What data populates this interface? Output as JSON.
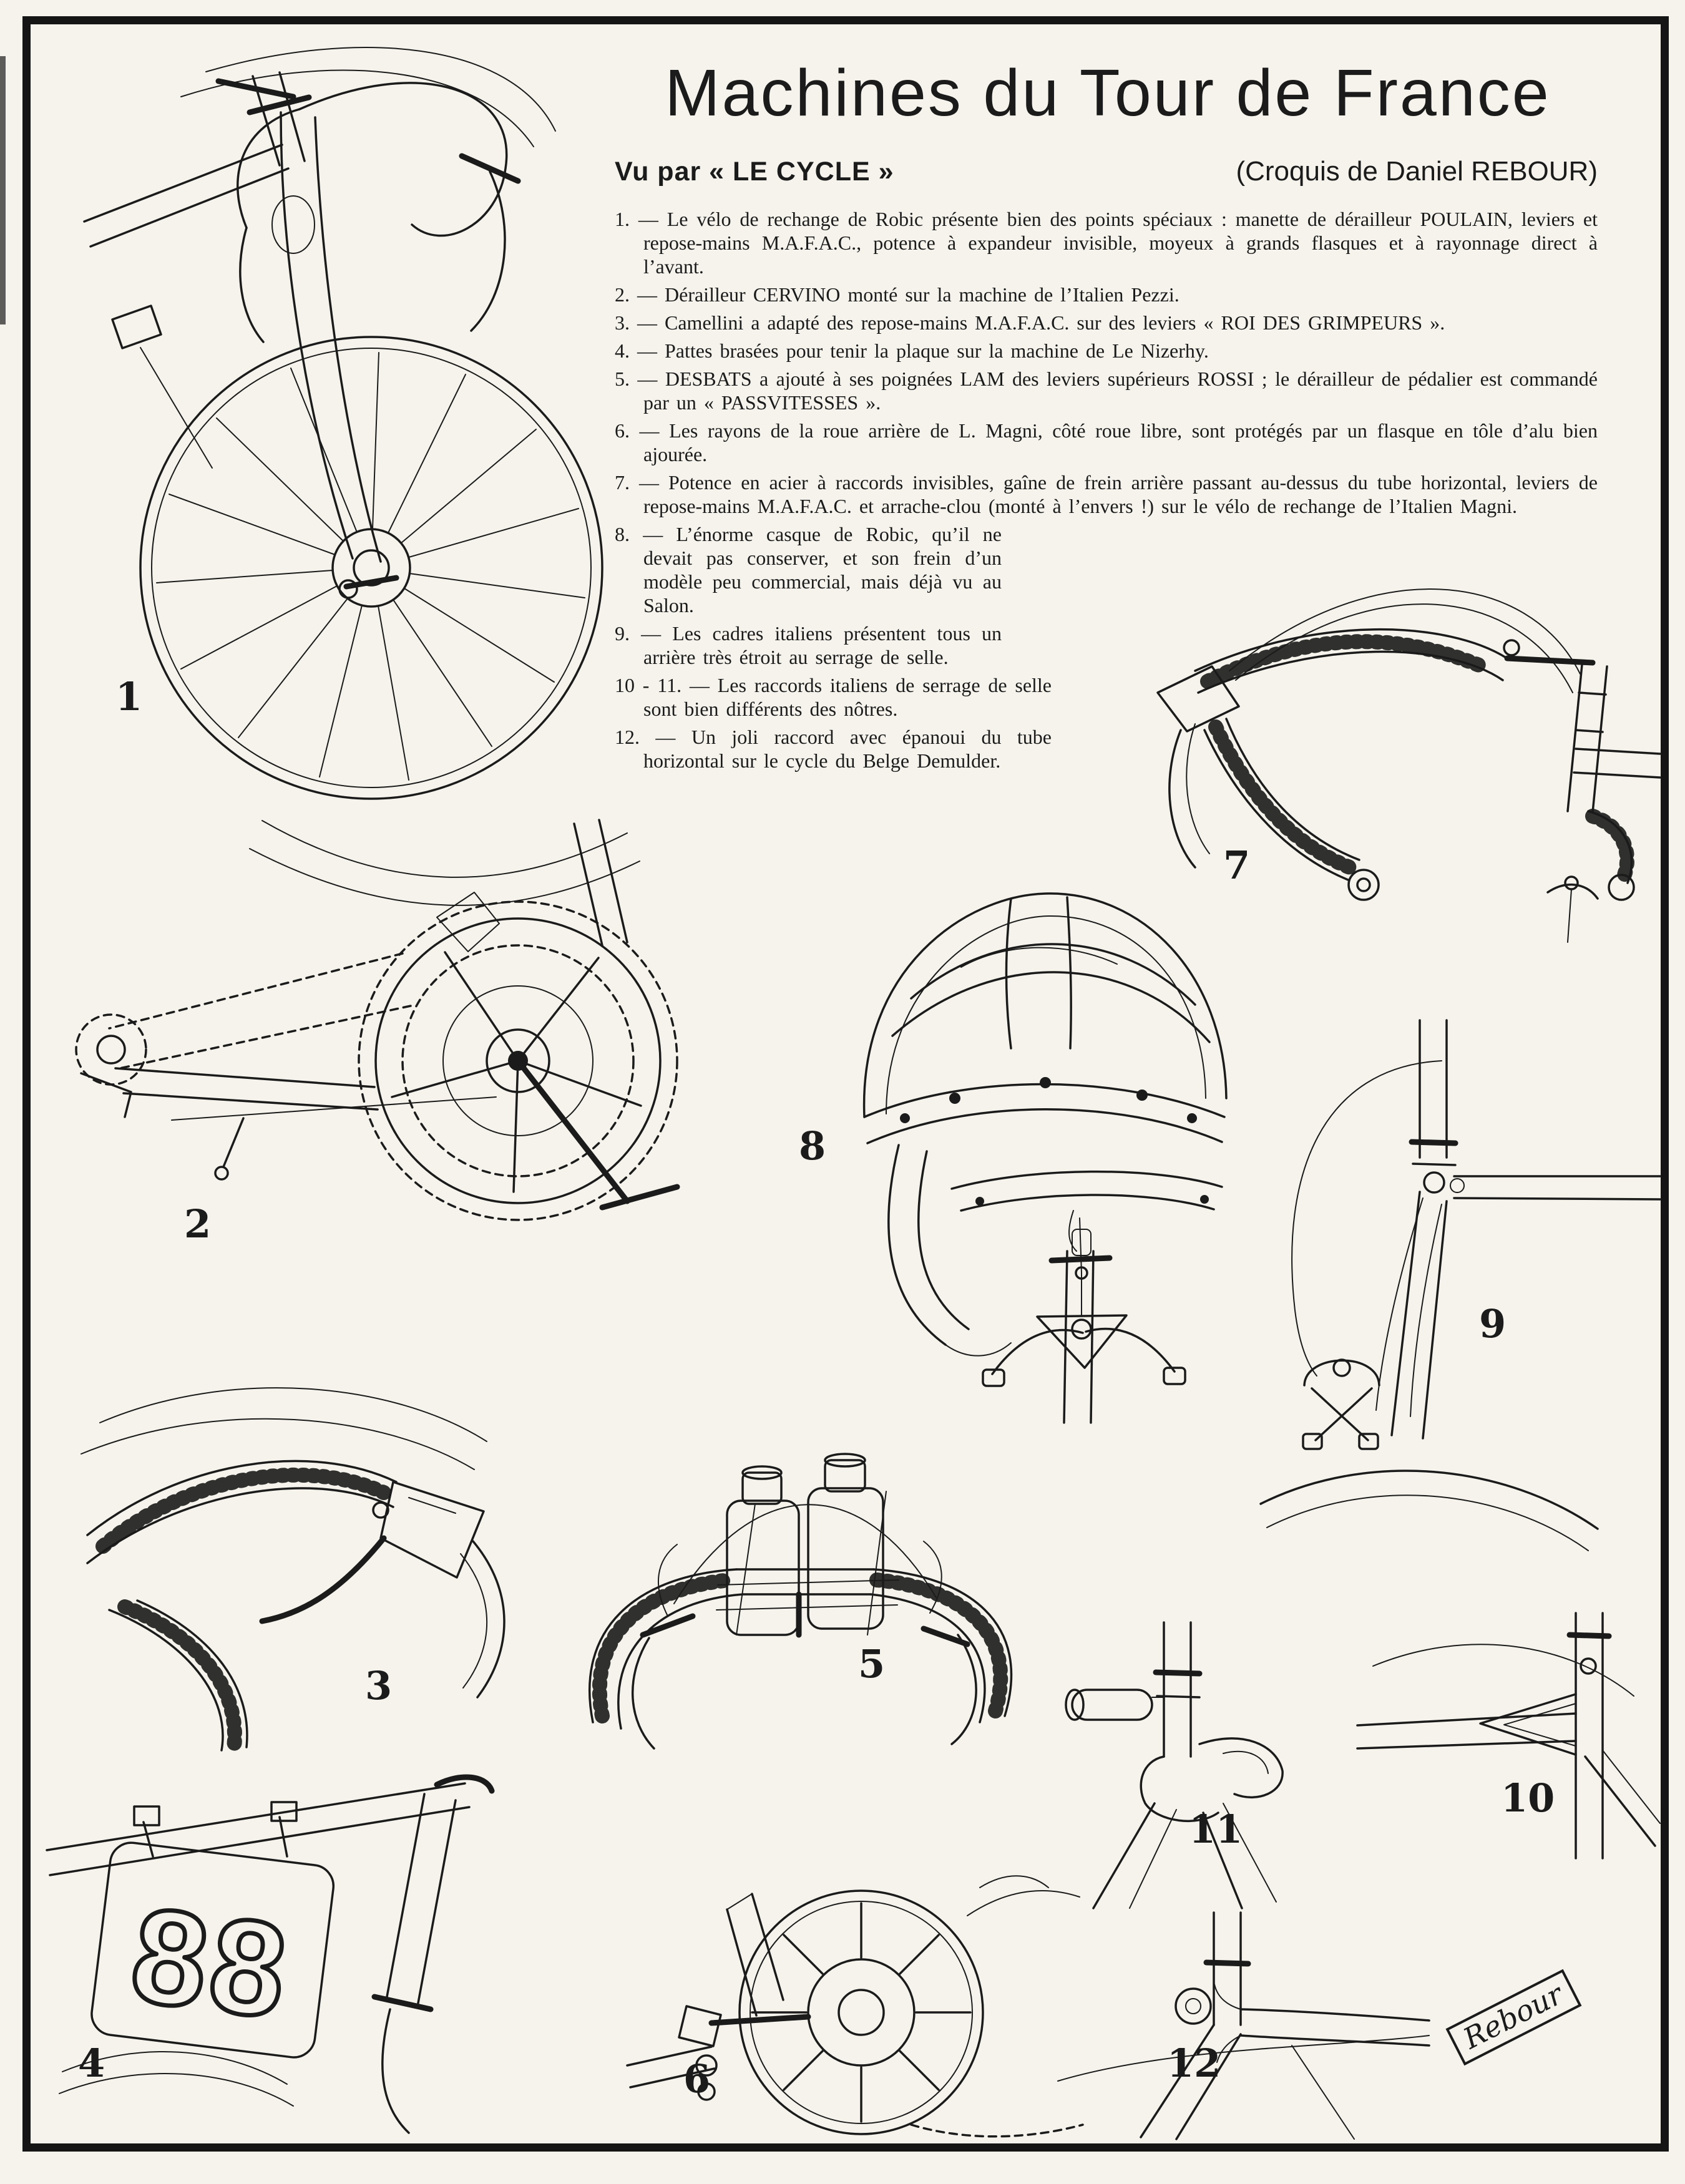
{
  "colors": {
    "paper": "#f5f3ec",
    "ink": "#1b1b1b"
  },
  "header": {
    "title": "Machines du Tour de France",
    "subtitle_left": "Vu par « LE CYCLE »",
    "credit": "(Croquis de Daniel REBOUR)"
  },
  "captions": [
    {
      "num": "1.",
      "text": "— Le vélo de rechange de Robic présente bien des points spéciaux : manette de dérailleur POULAIN, leviers et repose-mains M.A.F.A.C., potence à expandeur invisible, moyeux à grands flasques et à rayonnage direct à l’avant."
    },
    {
      "num": "2.",
      "text": "— Dérailleur CERVINO monté sur la machine de l’Italien Pezzi."
    },
    {
      "num": "3.",
      "text": "— Camellini a adapté des repose-mains M.A.F.A.C. sur des leviers « ROI DES GRIMPEURS »."
    },
    {
      "num": "4.",
      "text": "— Pattes brasées pour tenir la plaque sur la machine de Le Nizerhy."
    },
    {
      "num": "5.",
      "text": "— DESBATS a ajouté à ses poignées LAM des leviers supérieurs ROSSI ; le dérailleur de pédalier est commandé par un « PASSVITESSES »."
    },
    {
      "num": "6.",
      "text": "— Les rayons de la roue arrière de L. Magni, côté roue libre, sont protégés par un flasque en tôle d’alu bien ajourée."
    },
    {
      "num": "7.",
      "text": "— Potence en acier à raccords invisibles, gaîne de frein arrière passant au-dessus du tube horizontal, leviers de repose-mains M.A.F.A.C. et arrache-clou (monté à l’envers !) sur le vélo de rechange de l’Italien Magni."
    },
    {
      "num": "8.",
      "text": "— L’énorme casque de Robic, qu’il ne devait pas conserver, et son frein d’un modèle peu commercial, mais déjà vu au Salon."
    },
    {
      "num": "9.",
      "text": "— Les cadres italiens présentent tous un arrière très étroit au serrage de selle."
    },
    {
      "num": "10 - 11.",
      "text": "— Les raccords italiens de serrage de selle sont bien différents des nôtres."
    },
    {
      "num": "12.",
      "text": "— Un joli raccord avec épanoui du tube horizontal sur le cycle du Belge Demulder."
    }
  ],
  "figures": [
    {
      "label": "1"
    },
    {
      "label": "2"
    },
    {
      "label": "3"
    },
    {
      "label": "4"
    },
    {
      "label": "5"
    },
    {
      "label": "6"
    },
    {
      "label": "7"
    },
    {
      "label": "8"
    },
    {
      "label": "9"
    },
    {
      "label": "10"
    },
    {
      "label": "11"
    },
    {
      "label": "12"
    }
  ],
  "plate": {
    "number": "88"
  },
  "signature": {
    "text": "Rebour"
  }
}
